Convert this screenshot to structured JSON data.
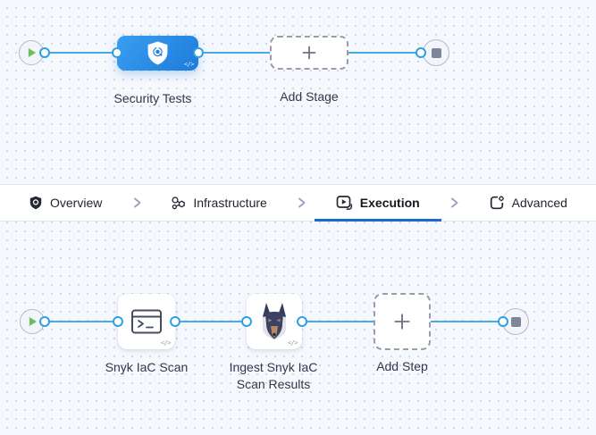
{
  "canvas_top": {
    "stage_label": "Security Tests",
    "add_stage_label": "Add Stage"
  },
  "tab_bar": {
    "tabs": [
      {
        "label": "Overview",
        "icon": "shield-gear-icon",
        "active": false
      },
      {
        "label": "Infrastructure",
        "icon": "infrastructure-nodes-icon",
        "active": false
      },
      {
        "label": "Execution",
        "icon": "execution-play-icon",
        "active": true
      },
      {
        "label": "Advanced",
        "icon": "advanced-gear-box-icon",
        "active": false
      }
    ]
  },
  "canvas_bottom": {
    "steps": [
      {
        "label": "Snyk IaC Scan",
        "icon": "terminal-icon"
      },
      {
        "label": "Ingest Snyk IaC Scan Results",
        "icon": "doberman-dog-icon"
      }
    ],
    "add_step_label": "Add Step"
  },
  "icons": {
    "code_glyph": "</>",
    "start_node": "play-icon",
    "end_node": "stop-icon",
    "stage_icon": "security-shield-icon",
    "add": "plus-icon"
  },
  "colors": {
    "canvas_background": "#F5F8FD",
    "grid_dot": "#C9CFDE",
    "connector_blue": "#49AAE8",
    "port_ring_blue": "#2F9FE4",
    "stage_blue_start": "#3B9EF0",
    "stage_blue_end": "#1C7BDB",
    "active_tab_underline": "#1E68D6",
    "play_green": "#6CBE5F",
    "stop_gray": "#7E8799",
    "dashed_border": "#9B9CAB",
    "label_text": "#34374A"
  }
}
